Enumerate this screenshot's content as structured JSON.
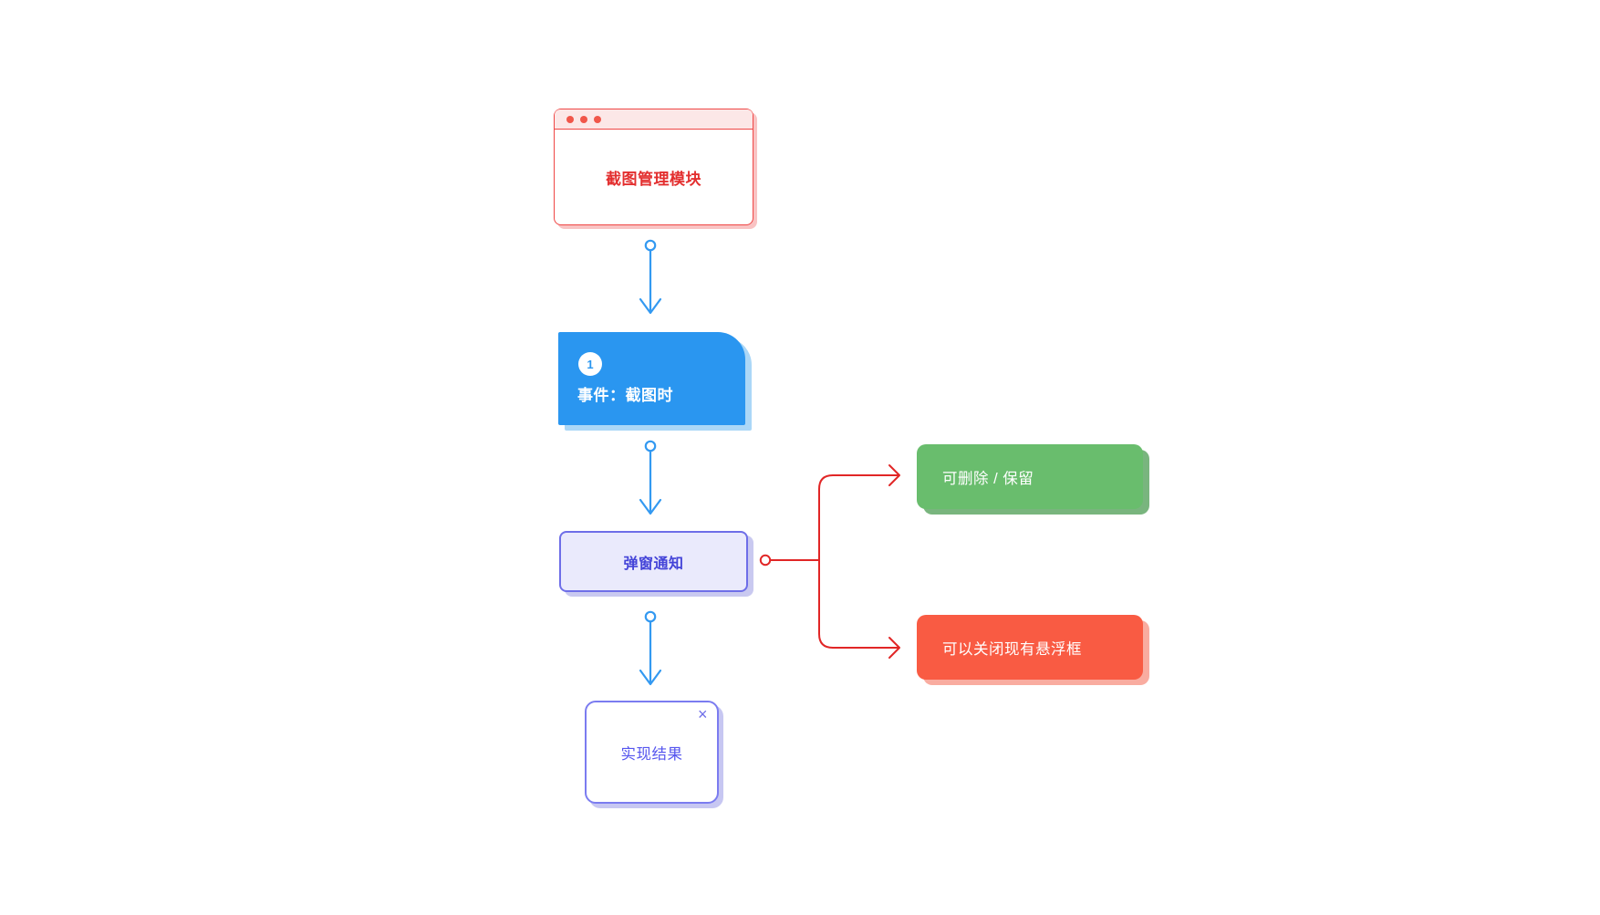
{
  "colors": {
    "flow_blue": "#3399f1",
    "branch_red": "#e12626",
    "window_red": "#ef4645",
    "window_titlebar": "#fce7e7",
    "window_dot": "#f1564a",
    "window_text": "#e32f2f",
    "window_shadow": "#f9c3c3",
    "event_blue": "#2a96f0",
    "event_shadow": "#abd7f7",
    "popup_bg": "#eaeafc",
    "popup_border": "#6e6ee8",
    "popup_text": "#4444d8",
    "popup_shadow": "#c9c9f0",
    "result_border": "#7b7cf0",
    "result_text": "#5656ee",
    "result_shadow": "#c7c7f2",
    "keep_green": "#69bd6d",
    "keep_shadow": "#79b57e",
    "close_red": "#f95b43",
    "close_shadow": "#f9aca0"
  },
  "nodes": {
    "module": {
      "title": "截图管理模块"
    },
    "event": {
      "badge": "1",
      "label": "事件：截图时"
    },
    "popup": {
      "label": "弹窗通知"
    },
    "keep": {
      "label": "可删除 / 保留"
    },
    "close_float": {
      "label": "可以关闭现有悬浮框"
    },
    "result": {
      "label": "实现结果",
      "close_icon": "×"
    }
  }
}
